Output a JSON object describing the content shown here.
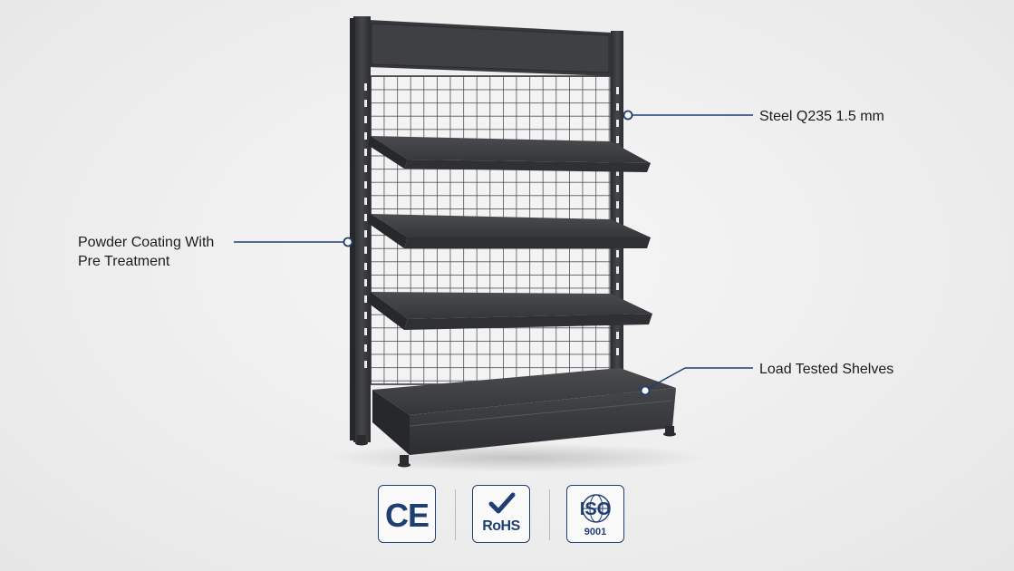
{
  "callouts": {
    "steel": {
      "lines": [
        "Steel Q235 1.5 mm"
      ]
    },
    "powder": {
      "lines": [
        "Powder Coating With",
        "Pre Treatment"
      ]
    },
    "load": {
      "lines": [
        "Load Tested Shelves"
      ]
    }
  },
  "certifications": {
    "ce": {
      "label": "CE"
    },
    "rohs": {
      "label": "RoHS"
    },
    "iso": {
      "label": "ISO",
      "number": "9001"
    }
  },
  "colors": {
    "accent": "#1f3e72",
    "metal": "#3a3c40",
    "background": "#efefef"
  },
  "product": {
    "shelf_count": 4
  }
}
